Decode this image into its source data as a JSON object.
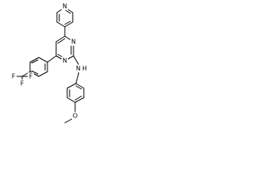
{
  "molecule": {
    "atoms": {
      "pyridine_n": "N",
      "pyrimidine_n_right": "N",
      "pyrimidine_n_left": "N",
      "amine_n": "N",
      "amine_h": "H",
      "fluorine_top": "F",
      "fluorine_left": "F",
      "fluorine_right": "F",
      "methoxy_o": "O"
    },
    "colors": {
      "ink": "#000000",
      "background": "#ffffff"
    }
  }
}
